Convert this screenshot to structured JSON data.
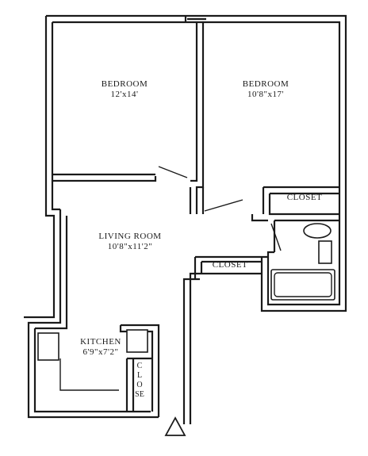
{
  "floorplan": {
    "rooms": [
      {
        "id": "bedroom_1",
        "name": "BEDROOM",
        "dimensions": "12'x14'"
      },
      {
        "id": "bedroom_2",
        "name": "BEDROOM",
        "dimensions": "10'8\"x17'"
      },
      {
        "id": "living_room",
        "name": "LIVING ROOM",
        "dimensions": "10'8\"x11'2\""
      },
      {
        "id": "kitchen",
        "name": "KITCHEN",
        "dimensions": "6'9\"x7'2\""
      }
    ],
    "closets": {
      "bedroom_closet": "CLOSET",
      "hall_closet": "CLOSET",
      "kitchen_closet": "CLOSE"
    },
    "entry_marker": "north-triangle"
  }
}
